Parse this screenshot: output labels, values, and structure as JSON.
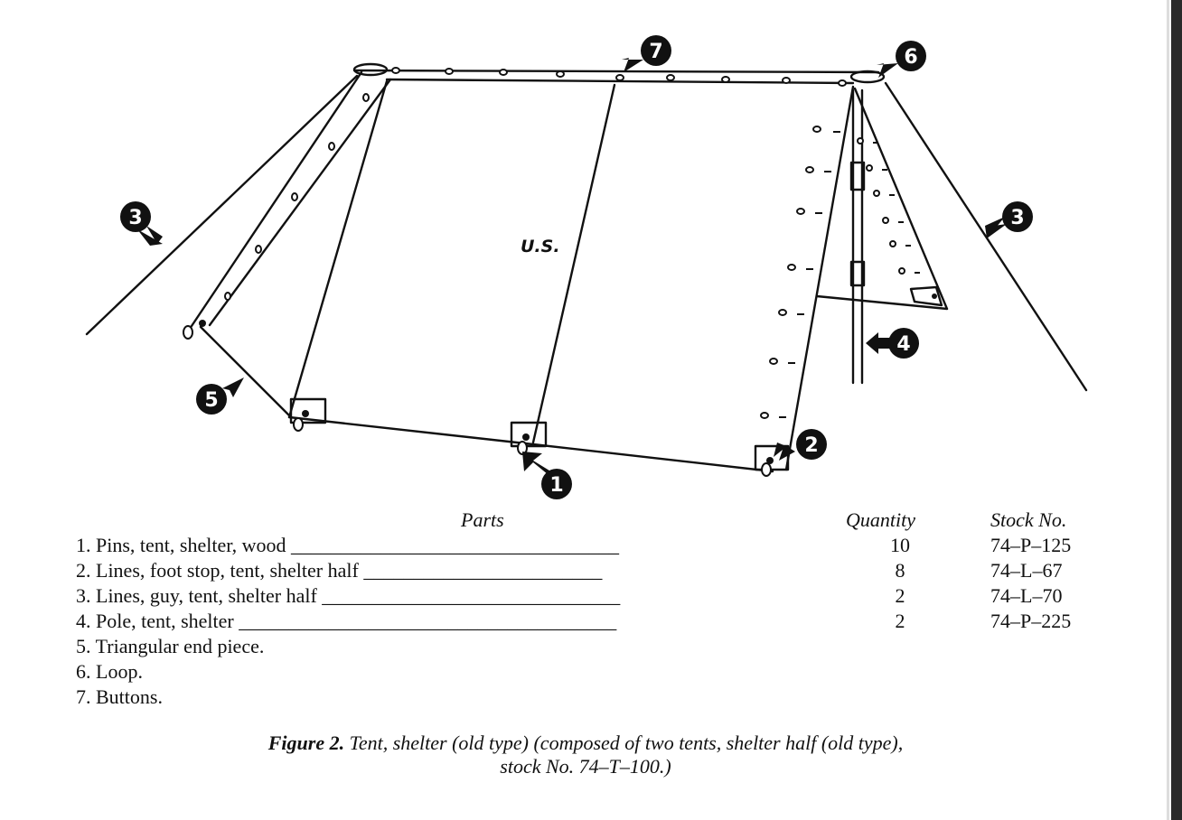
{
  "figure": {
    "tent_marking": "U.S.",
    "callouts": [
      {
        "number": "1"
      },
      {
        "number": "2"
      },
      {
        "number": "3"
      },
      {
        "number": "3"
      },
      {
        "number": "4"
      },
      {
        "number": "5"
      },
      {
        "number": "6"
      },
      {
        "number": "7"
      }
    ]
  },
  "parts_table": {
    "headers": {
      "parts": "Parts",
      "quantity": "Quantity",
      "stock": "Stock No."
    },
    "rows": [
      {
        "text": "1. Pins, tent, shelter, wood _________________________________",
        "quantity": "10",
        "stock": "74–P–125"
      },
      {
        "text": "2. Lines, foot stop, tent, shelter half ________________________",
        "quantity": "8",
        "stock": "74–L–67"
      },
      {
        "text": "3. Lines, guy, tent, shelter half ______________________________",
        "quantity": "2",
        "stock": "74–L–70"
      },
      {
        "text": "4. Pole, tent, shelter ______________________________________",
        "quantity": "2",
        "stock": "74–P–225"
      },
      {
        "text": "5. Triangular end piece."
      },
      {
        "text": "6. Loop."
      },
      {
        "text": "7. Buttons."
      }
    ]
  },
  "caption": {
    "label": "Figure 2.",
    "line1": "Tent, shelter (old type) (composed of two tents, shelter half (old type),",
    "line2": "stock No. 74–T–100.)"
  }
}
